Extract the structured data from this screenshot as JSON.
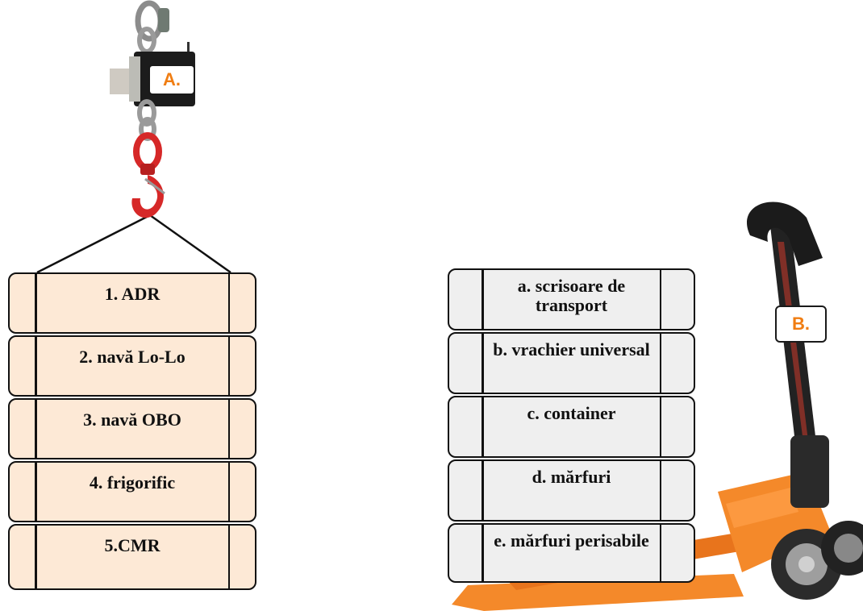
{
  "callouts": {
    "a": "A.",
    "b": "B."
  },
  "left_stack": {
    "items": [
      "1. ADR",
      "2. navă Lo-Lo",
      "3. navă OBO",
      "4. frigorific",
      "5.CMR"
    ]
  },
  "right_stack": {
    "items": [
      "a. scrisoare de transport",
      "b. vrachier universal",
      "c. container",
      "d. mărfuri",
      "e. mărfuri perisabile"
    ]
  },
  "colors": {
    "left_box_fill": "#fde9d6",
    "right_box_fill": "#efefef",
    "callout_text": "#f07d12",
    "hook_red": "#d62828",
    "pallet_truck_orange": "#f4892a"
  },
  "icons": {
    "crane": "crane-scale-hook-icon",
    "truck": "pallet-truck-icon"
  }
}
